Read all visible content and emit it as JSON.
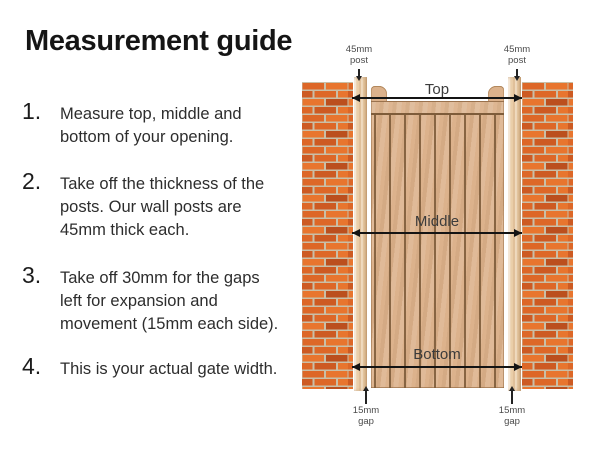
{
  "title": "Measurement guide",
  "steps": [
    {
      "num": "1.",
      "text": "Measure top, middle and\nbottom of your opening."
    },
    {
      "num": "2.",
      "text": "Take off the thickness of the\nposts. Our wall posts are\n45mm thick each."
    },
    {
      "num": "3.",
      "text": "Take off 30mm for the gaps\nleft for expansion and\nmovement (15mm each side)."
    },
    {
      "num": "4.",
      "text": "This is your actual gate width."
    }
  ],
  "diagram": {
    "measurements": [
      {
        "label": "Top"
      },
      {
        "label": "Middle"
      },
      {
        "label": "Bottom"
      }
    ],
    "post_labels": {
      "left": "45mm\npost",
      "right": "45mm\npost"
    },
    "gap_labels": {
      "left": "15mm\ngap",
      "right": "15mm\ngap"
    }
  },
  "colors": {
    "mortar": "#c9bfa7",
    "brick_1": "#dd6727",
    "brick_2": "#e8752e",
    "brick_3": "#cd5a22",
    "brick_4": "#bb4f1e",
    "post_wood": "#eacda7",
    "gate_wood": "#dcb28c",
    "groove": "#7e5c3a",
    "arrow": "#141414",
    "label": "#3c3c3c",
    "text": "#2d2d2d"
  }
}
